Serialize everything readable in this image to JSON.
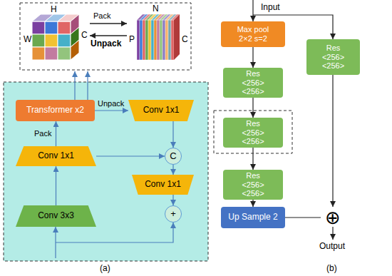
{
  "diagram": {
    "nodes": [
      {
        "text": [
          "Transformer x2"
        ]
      },
      {
        "text": [
          "Conv 1x1"
        ]
      },
      {
        "text": [
          "Conv 1x1"
        ]
      },
      {
        "text": [
          "C"
        ]
      },
      {
        "text": [
          "Conv 1x1"
        ]
      },
      {
        "text": [
          "+"
        ]
      },
      {
        "text": [
          "Conv 3x3"
        ]
      },
      {
        "text": [
          "Max pool",
          "2×2 s=2"
        ]
      },
      {
        "text": [
          "Res",
          "<256>",
          "<256>"
        ]
      },
      {
        "text": [
          "Res",
          "<256>",
          "<256>"
        ]
      },
      {
        "text": [
          "Res",
          "<256>",
          "<256>"
        ]
      },
      {
        "text": [
          "Res",
          "<256>",
          "<256>"
        ]
      },
      {
        "text": [
          "Up Sample 2"
        ]
      },
      {
        "text": [
          "⊕"
        ]
      }
    ],
    "edges": [
      {
        "from": 6,
        "to": 2,
        "arrow": "to"
      },
      {
        "from": 2,
        "to": 0,
        "arrow": "to",
        "label": "Pack"
      },
      {
        "from": 0,
        "to": 1,
        "arrow": "to",
        "label": "Unpack"
      },
      {
        "from": 1,
        "to": 3,
        "arrow": "to"
      },
      {
        "from": 2,
        "to": 3,
        "arrow": "to"
      },
      {
        "from": 3,
        "to": 4,
        "arrow": "to"
      },
      {
        "from": 4,
        "to": 5,
        "arrow": "to"
      },
      {
        "from": 7,
        "to": 9,
        "arrow": "to"
      },
      {
        "from": 9,
        "to": 10,
        "arrow": "to"
      },
      {
        "from": 10,
        "to": 11,
        "arrow": "to"
      },
      {
        "from": 11,
        "to": 12,
        "arrow": "to"
      },
      {
        "from": 12,
        "to": 13,
        "arrow": "none"
      },
      {
        "from": 8,
        "to": 13,
        "arrow": "to"
      }
    ],
    "labels": [
      "H",
      "W",
      "C",
      "Pack",
      "Unpack",
      "N",
      "P",
      "C",
      "(a)",
      "Input",
      "Output",
      "(b)"
    ]
  }
}
